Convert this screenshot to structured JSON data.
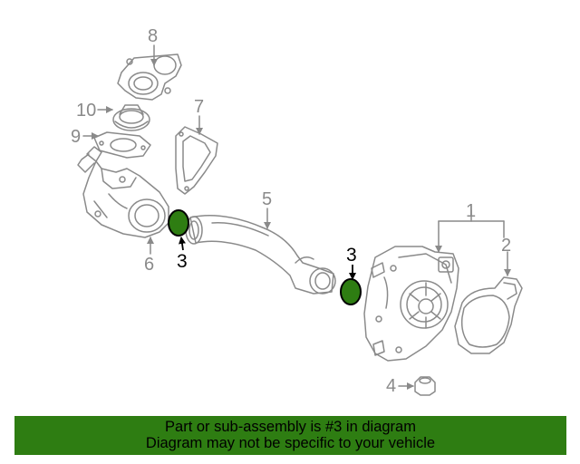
{
  "callouts": {
    "c1": "1",
    "c2": "2",
    "c3a": "3",
    "c3b": "3",
    "c4": "4",
    "c5": "5",
    "c6": "6",
    "c7": "7",
    "c8": "8",
    "c9": "9",
    "c10": "10"
  },
  "highlight_part": "3",
  "banner": {
    "line1": "Part or sub-assembly is #3 in diagram",
    "line2": "Diagram may not be specific to your vehicle"
  },
  "colors": {
    "highlight_fill": "#2e7d12",
    "banner_bg": "#2e7d12",
    "line_art": "#8a8a8a",
    "callout_text": "#8a8a8a",
    "highlight_text": "#000000"
  }
}
